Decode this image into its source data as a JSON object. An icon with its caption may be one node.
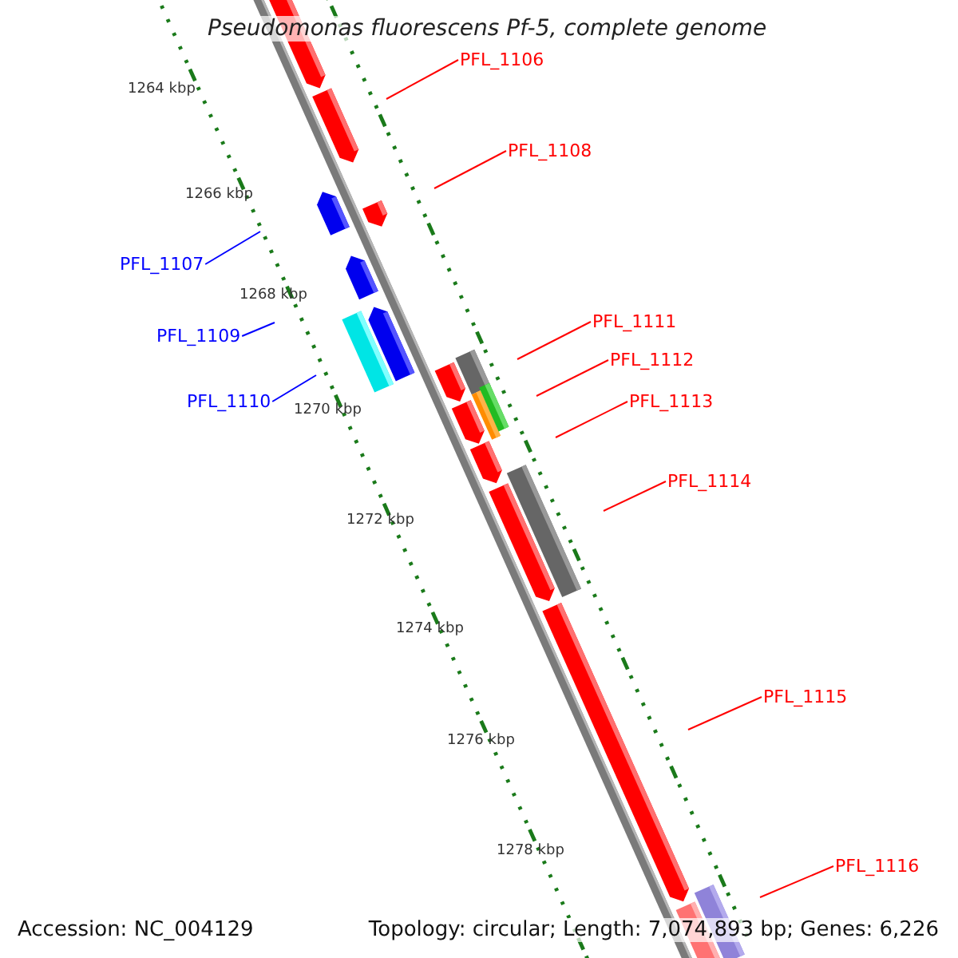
{
  "diagram": {
    "title": "Pseudomonas fluorescens Pf-5, complete genome",
    "nodes": [
      {
        "text": [
          "PFL_1106"
        ]
      },
      {
        "text": [
          "PFL_1108"
        ]
      },
      {
        "text": [
          "PFL_1107"
        ]
      },
      {
        "text": [
          "PFL_1111"
        ]
      },
      {
        "text": [
          "PFL_1109"
        ]
      },
      {
        "text": [
          "PFL_1112"
        ]
      },
      {
        "text": [
          "PFL_1110"
        ]
      },
      {
        "text": [
          "PFL_1113"
        ]
      },
      {
        "text": [
          "PFL_1114"
        ]
      },
      {
        "text": [
          "PFL_1115"
        ]
      },
      {
        "text": [
          "PFL_1116"
        ]
      }
    ],
    "edges": [
      {
        "from": 0,
        "to": null,
        "arrow": "none"
      },
      {
        "from": 1,
        "to": null,
        "arrow": "none"
      },
      {
        "from": 2,
        "to": null,
        "arrow": "none",
        "color": "#0000ff"
      },
      {
        "from": 3,
        "to": null,
        "arrow": "none"
      },
      {
        "from": 4,
        "to": null,
        "arrow": "none",
        "color": "#0000ff"
      },
      {
        "from": 5,
        "to": null,
        "arrow": "none"
      },
      {
        "from": 6,
        "to": null,
        "arrow": "none",
        "color": "#0000ff"
      },
      {
        "from": 7,
        "to": null,
        "arrow": "none"
      },
      {
        "from": 8,
        "to": null,
        "arrow": "none"
      },
      {
        "from": 9,
        "to": null,
        "arrow": "none"
      },
      {
        "from": 10,
        "to": null,
        "arrow": "none"
      }
    ],
    "labels": [
      "1264 kbp",
      "1266 kbp",
      "1268 kbp",
      "1270 kbp",
      "1272 kbp",
      "1274 kbp",
      "1276 kbp",
      "1278 kbp",
      "Accession: NC_004129",
      "Topology: circular; Length: 7,074,893 bp; Genes: 6,226"
    ]
  }
}
